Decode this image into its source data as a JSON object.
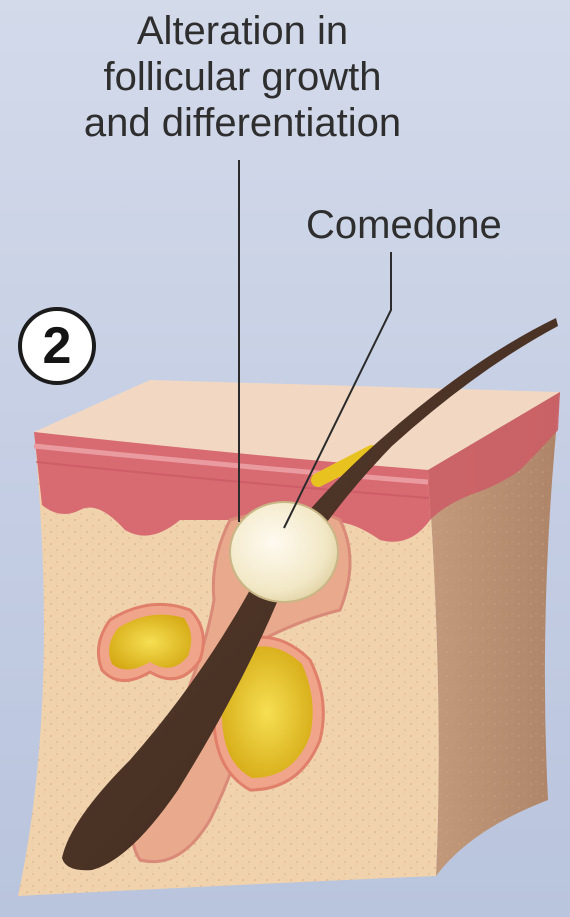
{
  "title": {
    "line1": "Alteration in",
    "line2": "follicular growth",
    "line3": "and differentiation"
  },
  "labels": {
    "comedone": "Comedone"
  },
  "step": {
    "number": "2"
  },
  "colors": {
    "background": "#c9d1e6",
    "dermis": "#f0d2ad",
    "epidermis": "#d86a72",
    "sebaceous": "#e8c21e",
    "hair": "#4a3226",
    "comedone": "#f4eccd"
  }
}
